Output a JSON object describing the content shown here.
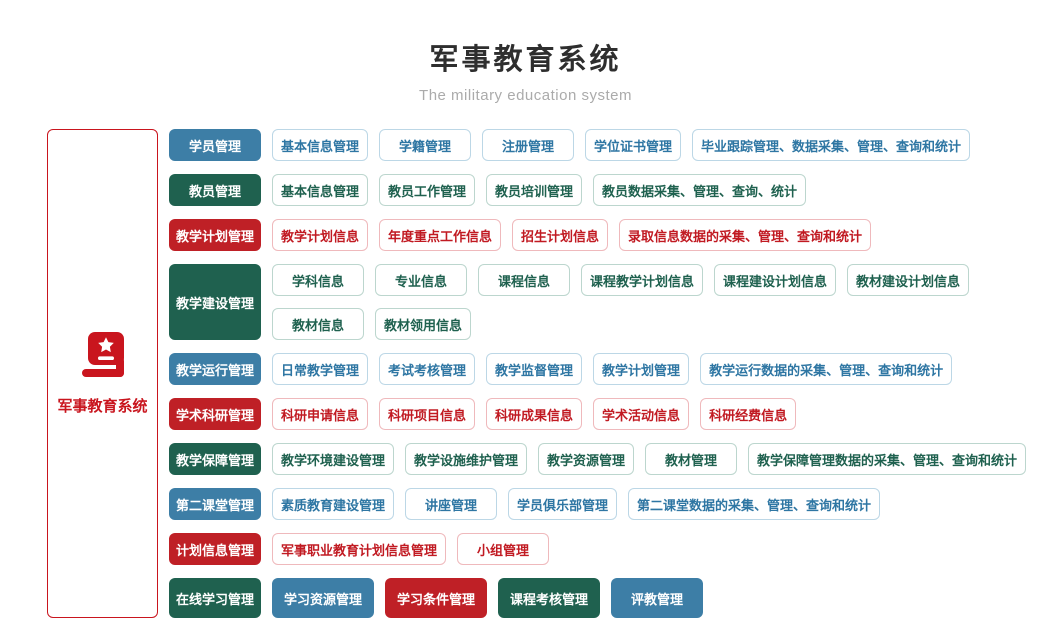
{
  "page": {
    "title": "军事教育系统",
    "subtitle": "The military education system"
  },
  "sidebar": {
    "label": "军事教育系统",
    "icon": "book-star-icon"
  },
  "palette": {
    "blue": "#3d7ea6",
    "green": "#1f614f",
    "red": "#bf2026",
    "sidebar_red": "#c9151e",
    "blue_text": "#2e76a3",
    "green_text": "#1f614f",
    "red_text": "#c11a22",
    "subtitle_gray": "#ababab"
  },
  "rows": [
    {
      "category": "学员管理",
      "color": "blue",
      "items": [
        [
          "基本信息管理",
          "学籍管理",
          "注册管理",
          "学位证书管理",
          "毕业跟踪管理、数据采集、管理、查询和统计"
        ]
      ]
    },
    {
      "category": "教员管理",
      "color": "green",
      "items": [
        [
          "基本信息管理",
          "教员工作管理",
          "教员培训管理",
          "教员数据采集、管理、查询、统计"
        ]
      ]
    },
    {
      "category": "教学计划管理",
      "color": "red",
      "items": [
        [
          "教学计划信息",
          "年度重点工作信息",
          "招生计划信息",
          "录取信息数据的采集、管理、查询和统计"
        ]
      ]
    },
    {
      "category": "教学建设管理",
      "color": "green",
      "items": [
        [
          "学科信息",
          "专业信息",
          "课程信息",
          "课程教学计划信息",
          "课程建设计划信息",
          "教材建设计划信息"
        ],
        [
          "教材信息",
          "教材领用信息"
        ]
      ]
    },
    {
      "category": "教学运行管理",
      "color": "blue",
      "items": [
        [
          "日常教学管理",
          "考试考核管理",
          "教学监督管理",
          "教学计划管理",
          "教学运行数据的采集、管理、查询和统计"
        ]
      ]
    },
    {
      "category": "学术科研管理",
      "color": "red",
      "items": [
        [
          "科研申请信息",
          "科研项目信息",
          "科研成果信息",
          "学术活动信息",
          "科研经费信息"
        ]
      ]
    },
    {
      "category": "教学保障管理",
      "color": "green",
      "items": [
        [
          "教学环境建设管理",
          "教学设施维护管理",
          "教学资源管理",
          "教材管理",
          "教学保障管理数据的采集、管理、查询和统计"
        ]
      ]
    },
    {
      "category": "第二课堂管理",
      "color": "blue",
      "items": [
        [
          "素质教育建设管理",
          "讲座管理",
          "学员俱乐部管理",
          "第二课堂数据的采集、管理、查询和统计"
        ]
      ]
    },
    {
      "category": "计划信息管理",
      "color": "red",
      "items": [
        [
          "军事职业教育计划信息管理",
          "小组管理"
        ]
      ]
    },
    {
      "category": "在线学习管理",
      "color": "green",
      "items": [
        [
          {
            "label": "学习资源管理",
            "color": "blue"
          },
          {
            "label": "学习条件管理",
            "color": "red"
          },
          {
            "label": "课程考核管理",
            "color": "green"
          },
          {
            "label": "评教管理",
            "color": "blue"
          }
        ]
      ]
    }
  ]
}
